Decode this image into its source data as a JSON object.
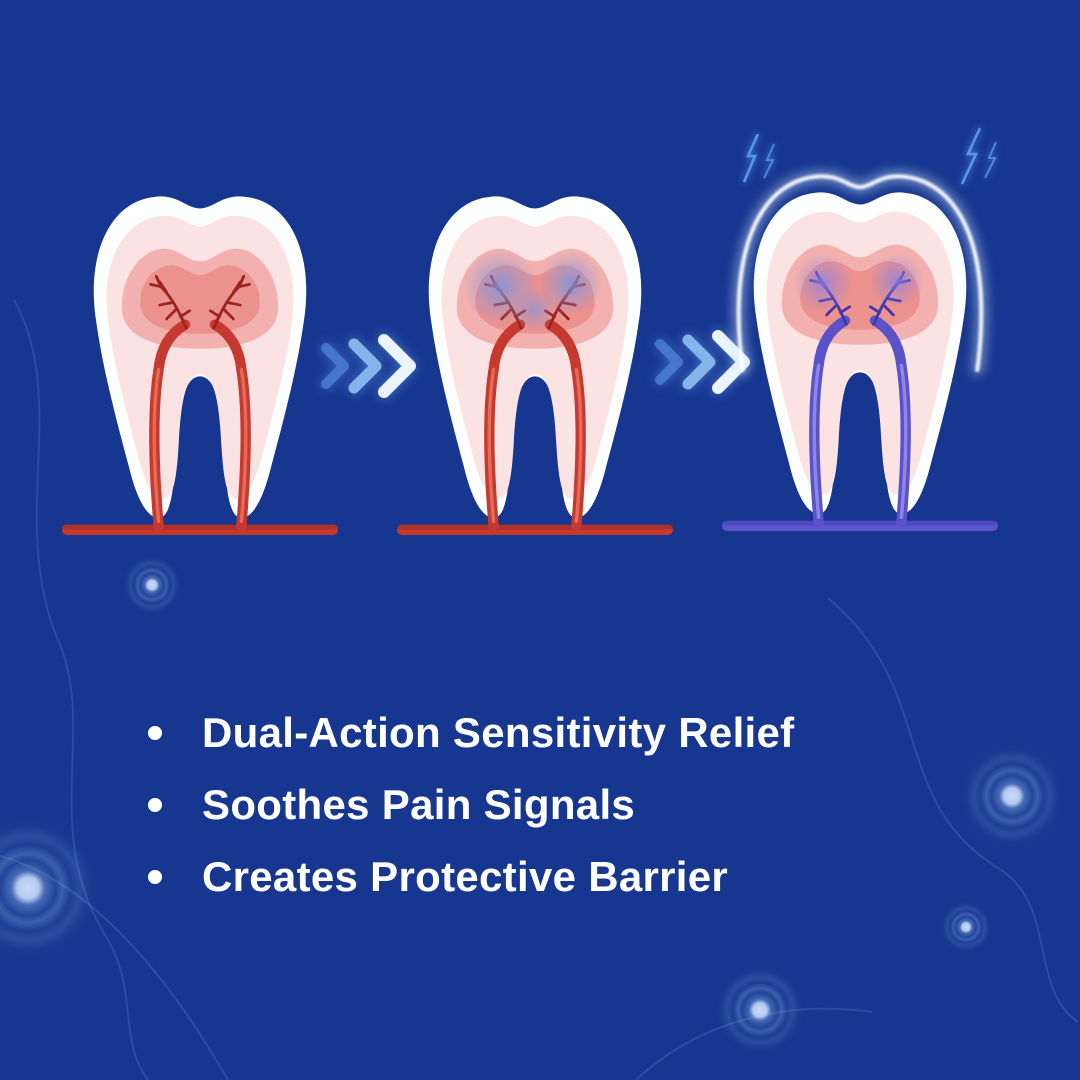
{
  "colors": {
    "background": "#16368F",
    "text": "#FFFFFF",
    "chevron_dim": "#4A7ECF",
    "chevron_mid": "#85B4EA",
    "chevron_bright": "#E9F4FF",
    "spark": "#559AE8",
    "nerve_red": "#C6392E",
    "nerve_calm": "#5A52C8",
    "barrier": "#FFFFFF"
  },
  "diagram": {
    "stages": [
      {
        "id": "healthy-tooth"
      },
      {
        "id": "sensitive-tooth"
      },
      {
        "id": "protected-tooth"
      }
    ],
    "arrow_icon": "triple-chevron-right"
  },
  "benefits": {
    "items": [
      "Dual-Action Sensitivity Relief",
      "Soothes Pain Signals",
      "Creates Protective Barrier"
    ]
  }
}
